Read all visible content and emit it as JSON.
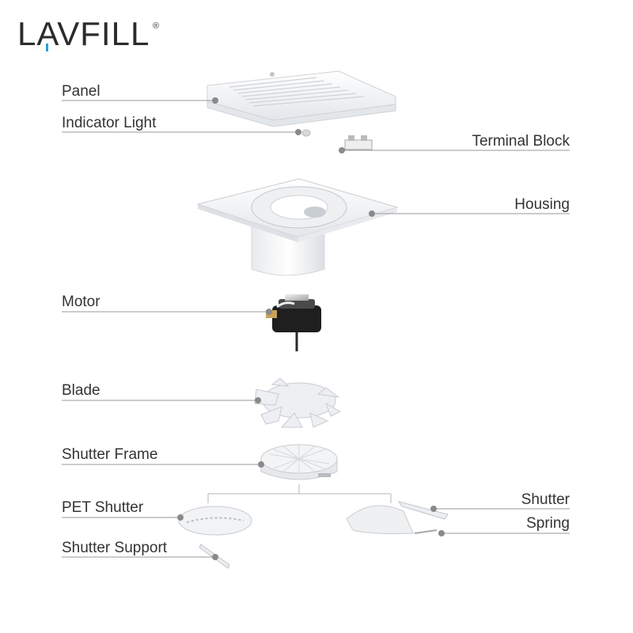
{
  "brand": {
    "name": "LAVFILL",
    "registered_mark": "®",
    "accent_color": "#2aa0d8"
  },
  "labels": {
    "panel": "Panel",
    "indicator_light": "Indicator Light",
    "terminal_block": "Terminal Block",
    "housing": "Housing",
    "motor": "Motor",
    "blade": "Blade",
    "shutter_frame": "Shutter Frame",
    "pet_shutter": "PET Shutter",
    "shutter": "Shutter",
    "spring": "Spring",
    "shutter_support": "Shutter Support"
  },
  "colors": {
    "line": "#9a9a9a",
    "dot": "#8a8a8a",
    "text": "#333333"
  }
}
